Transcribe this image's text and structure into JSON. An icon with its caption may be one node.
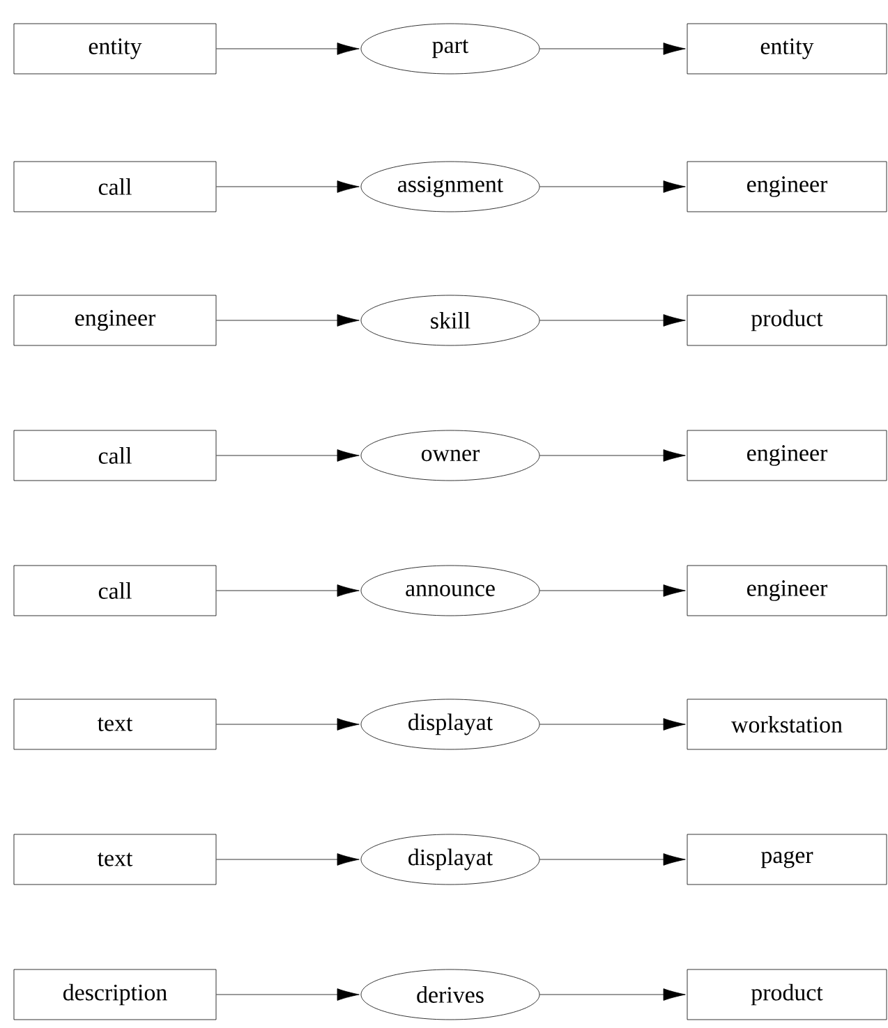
{
  "diagram": {
    "nodes": [
      {
        "text": [
          "entity"
        ]
      },
      {
        "text": [
          "part"
        ]
      },
      {
        "text": [
          "entity"
        ]
      },
      {
        "text": [
          "call"
        ]
      },
      {
        "text": [
          "assignment"
        ]
      },
      {
        "text": [
          "engineer"
        ]
      },
      {
        "text": [
          "engineer"
        ]
      },
      {
        "text": [
          "skill"
        ]
      },
      {
        "text": [
          "product"
        ]
      },
      {
        "text": [
          "call"
        ]
      },
      {
        "text": [
          "owner"
        ]
      },
      {
        "text": [
          "engineer"
        ]
      },
      {
        "text": [
          "call"
        ]
      },
      {
        "text": [
          "announce"
        ]
      },
      {
        "text": [
          "engineer"
        ]
      },
      {
        "text": [
          "text"
        ]
      },
      {
        "text": [
          "displayat"
        ]
      },
      {
        "text": [
          "workstation"
        ]
      },
      {
        "text": [
          "text"
        ]
      },
      {
        "text": [
          "displayat"
        ]
      },
      {
        "text": [
          "pager"
        ]
      },
      {
        "text": [
          "description"
        ]
      },
      {
        "text": [
          "derives"
        ]
      },
      {
        "text": [
          "product"
        ]
      }
    ],
    "edges": [
      {
        "from": 0,
        "to": 1,
        "arrow": "to"
      },
      {
        "from": 1,
        "to": 2,
        "arrow": "to"
      },
      {
        "from": 3,
        "to": 4,
        "arrow": "to"
      },
      {
        "from": 4,
        "to": 5,
        "arrow": "to"
      },
      {
        "from": 6,
        "to": 7,
        "arrow": "to"
      },
      {
        "from": 7,
        "to": 8,
        "arrow": "to"
      },
      {
        "from": 9,
        "to": 10,
        "arrow": "to"
      },
      {
        "from": 10,
        "to": 11,
        "arrow": "to"
      },
      {
        "from": 12,
        "to": 13,
        "arrow": "to"
      },
      {
        "from": 13,
        "to": 14,
        "arrow": "to"
      },
      {
        "from": 15,
        "to": 16,
        "arrow": "to"
      },
      {
        "from": 16,
        "to": 17,
        "arrow": "to"
      },
      {
        "from": 18,
        "to": 19,
        "arrow": "to"
      },
      {
        "from": 19,
        "to": 20,
        "arrow": "to"
      },
      {
        "from": 21,
        "to": 22,
        "arrow": "to"
      },
      {
        "from": 22,
        "to": 23,
        "arrow": "to"
      }
    ]
  }
}
